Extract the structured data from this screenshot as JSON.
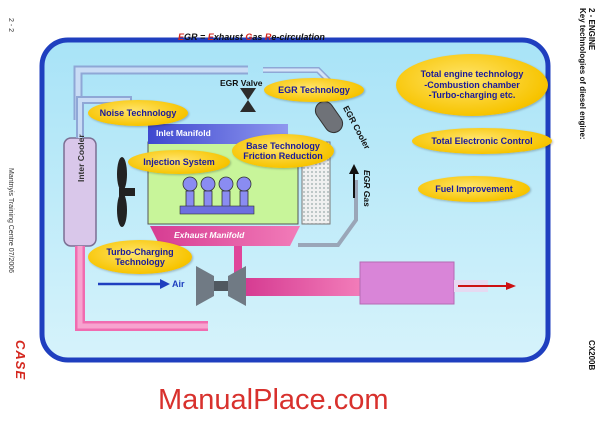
{
  "page": {
    "number": "2 - 2",
    "section": "2 - ENGINE",
    "subtitle": "Key technologies of diesel engine:",
    "model": "CX200B",
    "footer": "Mantnyis Training Centre 07/2006",
    "brand": "CASE",
    "watermark": "ManualPlace.com"
  },
  "diagram": {
    "title": {
      "e1": "E",
      "rest1": "GR = ",
      "e2": "E",
      "rest2": "xhaust ",
      "g": "G",
      "rest3": "as ",
      "r": "R",
      "rest4": "e-circulation"
    },
    "labels": {
      "egr_valve": "EGR Valve",
      "inlet_manifold": "Inlet Manifold",
      "exhaust_manifold": "Exhaust Manifold",
      "inter_cooler": "Inter Cooler",
      "egr_cooler": "EGR Cooler",
      "egr_gas": "EGR Gas",
      "air": "Air"
    },
    "bubbles": {
      "noise": "Noise Technology",
      "egr_tech": "EGR Technology",
      "total_engine_1": "Total engine technology",
      "total_engine_2": "-Combustion chamber",
      "total_engine_3": "-Turbo-charging   etc.",
      "base_tech_1": "Base Technology",
      "base_tech_2": "Friction Reduction",
      "injection": "Injection System",
      "electronic": "Total Electronic Control",
      "fuel": "Fuel Improvement",
      "turbo_1": "Turbo-Charging",
      "turbo_2": "Technology"
    }
  },
  "colors": {
    "blue_frame": "#1f3fbf",
    "bubble_text": "#1a1a9c",
    "exhaust_pink": "#e0459a",
    "inlet_blue": "#4a52d9",
    "case_red": "#d4271e",
    "watermark_red": "#d8312d"
  }
}
